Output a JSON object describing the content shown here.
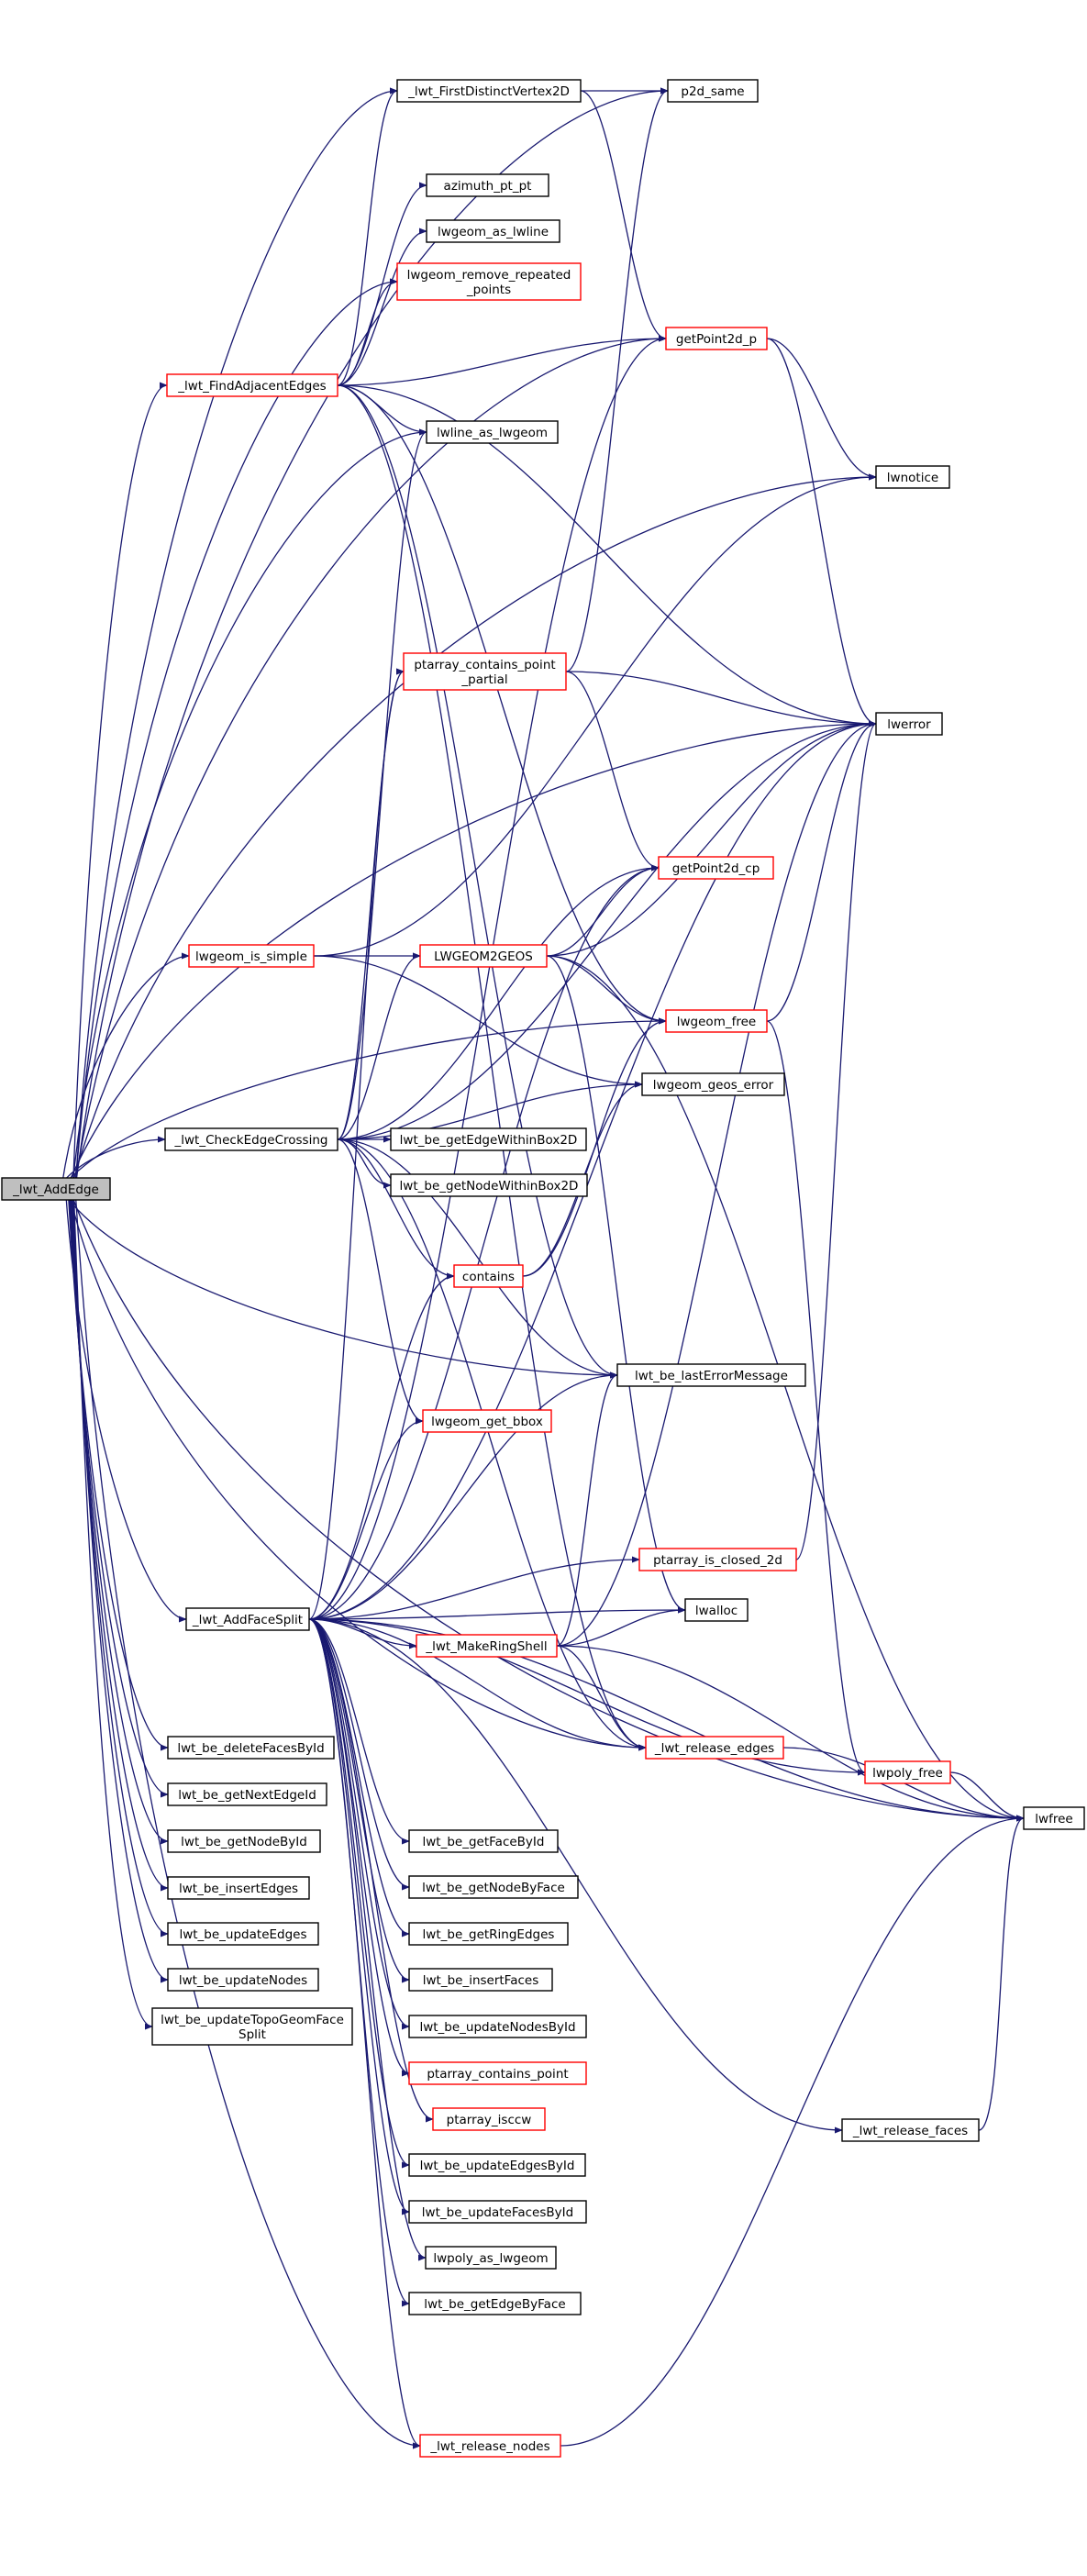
{
  "colors": {
    "edge": "#191970",
    "node_border_normal": "#000000",
    "node_border_linked": "#ff0000",
    "root_fill": "#bfbfbf",
    "node_fill": "#ffffff"
  },
  "nodes": [
    {
      "id": "root",
      "lines": [
        "_lwt_AddEdge"
      ],
      "root": true
    },
    {
      "id": "first_distinct",
      "lines": [
        "_lwt_FirstDistinctVertex2D"
      ]
    },
    {
      "id": "p2d_same",
      "lines": [
        "p2d_same"
      ]
    },
    {
      "id": "azimuth",
      "lines": [
        "azimuth_pt_pt"
      ]
    },
    {
      "id": "lwgeom_as_lwline",
      "lines": [
        "lwgeom_as_lwline"
      ]
    },
    {
      "id": "remove_repeated",
      "lines": [
        "lwgeom_remove_repeated",
        "_points"
      ],
      "red": true
    },
    {
      "id": "find_adjacent",
      "lines": [
        "_lwt_FindAdjacentEdges"
      ],
      "red": true
    },
    {
      "id": "getpoint2d_p",
      "lines": [
        "getPoint2d_p"
      ],
      "red": true
    },
    {
      "id": "lwline_as_lwgeom",
      "lines": [
        "lwline_as_lwgeom"
      ]
    },
    {
      "id": "lwnotice",
      "lines": [
        "lwnotice"
      ]
    },
    {
      "id": "ptarray_partial",
      "lines": [
        "ptarray_contains_point",
        "_partial"
      ],
      "red": true
    },
    {
      "id": "lwerror",
      "lines": [
        "lwerror"
      ]
    },
    {
      "id": "getpoint2d_cp",
      "lines": [
        "getPoint2d_cp"
      ],
      "red": true
    },
    {
      "id": "is_simple",
      "lines": [
        "lwgeom_is_simple"
      ],
      "red": true
    },
    {
      "id": "lwgeom2geos",
      "lines": [
        "LWGEOM2GEOS"
      ],
      "red": true
    },
    {
      "id": "lwgeom_free",
      "lines": [
        "lwgeom_free"
      ],
      "red": true
    },
    {
      "id": "geos_error",
      "lines": [
        "lwgeom_geos_error"
      ]
    },
    {
      "id": "check_crossing",
      "lines": [
        "_lwt_CheckEdgeCrossing"
      ]
    },
    {
      "id": "edge_within_box",
      "lines": [
        "lwt_be_getEdgeWithinBox2D"
      ]
    },
    {
      "id": "node_within_box",
      "lines": [
        "lwt_be_getNodeWithinBox2D"
      ]
    },
    {
      "id": "contains",
      "lines": [
        "contains"
      ],
      "red": true
    },
    {
      "id": "last_error",
      "lines": [
        "lwt_be_lastErrorMessage"
      ]
    },
    {
      "id": "get_bbox",
      "lines": [
        "lwgeom_get_bbox"
      ],
      "red": true
    },
    {
      "id": "closed_2d",
      "lines": [
        "ptarray_is_closed_2d"
      ],
      "red": true
    },
    {
      "id": "add_face_split",
      "lines": [
        "_lwt_AddFaceSplit"
      ]
    },
    {
      "id": "lwalloc",
      "lines": [
        "lwalloc"
      ]
    },
    {
      "id": "make_ring_shell",
      "lines": [
        "_lwt_MakeRingShell"
      ],
      "red": true
    },
    {
      "id": "release_edges",
      "lines": [
        "_lwt_release_edges"
      ],
      "red": true
    },
    {
      "id": "delete_faces",
      "lines": [
        "lwt_be_deleteFacesById"
      ]
    },
    {
      "id": "lwpoly_free",
      "lines": [
        "lwpoly_free"
      ],
      "red": true
    },
    {
      "id": "next_edge",
      "lines": [
        "lwt_be_getNextEdgeId"
      ]
    },
    {
      "id": "lwfree",
      "lines": [
        "lwfree"
      ]
    },
    {
      "id": "get_node_by_id",
      "lines": [
        "lwt_be_getNodeById"
      ]
    },
    {
      "id": "get_face_by_id",
      "lines": [
        "lwt_be_getFaceById"
      ]
    },
    {
      "id": "insert_edges",
      "lines": [
        "lwt_be_insertEdges"
      ]
    },
    {
      "id": "get_node_by_face",
      "lines": [
        "lwt_be_getNodeByFace"
      ]
    },
    {
      "id": "update_edges",
      "lines": [
        "lwt_be_updateEdges"
      ]
    },
    {
      "id": "get_ring_edges",
      "lines": [
        "lwt_be_getRingEdges"
      ]
    },
    {
      "id": "update_nodes",
      "lines": [
        "lwt_be_updateNodes"
      ]
    },
    {
      "id": "insert_faces",
      "lines": [
        "lwt_be_insertFaces"
      ]
    },
    {
      "id": "update_topogeom",
      "lines": [
        "lwt_be_updateTopoGeomFace",
        "Split"
      ]
    },
    {
      "id": "update_nodes_by_id",
      "lines": [
        "lwt_be_updateNodesById"
      ]
    },
    {
      "id": "ptarray_contains_point",
      "lines": [
        "ptarray_contains_point"
      ],
      "red": true
    },
    {
      "id": "ptarray_isccw",
      "lines": [
        "ptarray_isccw"
      ],
      "red": true
    },
    {
      "id": "release_faces",
      "lines": [
        "_lwt_release_faces"
      ]
    },
    {
      "id": "update_edges_by_id",
      "lines": [
        "lwt_be_updateEdgesById"
      ]
    },
    {
      "id": "update_faces_by_id",
      "lines": [
        "lwt_be_updateFacesById"
      ]
    },
    {
      "id": "lwpoly_as_lwgeom",
      "lines": [
        "lwpoly_as_lwgeom"
      ]
    },
    {
      "id": "get_edge_by_face",
      "lines": [
        "lwt_be_getEdgeByFace"
      ]
    },
    {
      "id": "release_nodes",
      "lines": [
        "_lwt_release_nodes"
      ],
      "red": true
    }
  ],
  "edges": [
    [
      "root",
      "first_distinct"
    ],
    [
      "root",
      "p2d_same"
    ],
    [
      "root",
      "getpoint2d_p"
    ],
    [
      "root",
      "remove_repeated"
    ],
    [
      "root",
      "find_adjacent"
    ],
    [
      "root",
      "lwline_as_lwgeom"
    ],
    [
      "root",
      "lwnotice"
    ],
    [
      "root",
      "lwerror"
    ],
    [
      "root",
      "is_simple"
    ],
    [
      "root",
      "check_crossing"
    ],
    [
      "root",
      "lwgeom_free"
    ],
    [
      "root",
      "last_error"
    ],
    [
      "root",
      "add_face_split"
    ],
    [
      "root",
      "delete_faces"
    ],
    [
      "root",
      "next_edge"
    ],
    [
      "root",
      "get_node_by_id"
    ],
    [
      "root",
      "insert_edges"
    ],
    [
      "root",
      "update_edges"
    ],
    [
      "root",
      "update_nodes"
    ],
    [
      "root",
      "update_topogeom"
    ],
    [
      "root",
      "release_nodes"
    ],
    [
      "root",
      "release_edges"
    ],
    [
      "root",
      "lwfree"
    ],
    [
      "first_distinct",
      "p2d_same"
    ],
    [
      "first_distinct",
      "getpoint2d_p"
    ],
    [
      "find_adjacent",
      "first_distinct"
    ],
    [
      "find_adjacent",
      "azimuth"
    ],
    [
      "find_adjacent",
      "lwgeom_as_lwline"
    ],
    [
      "find_adjacent",
      "remove_repeated"
    ],
    [
      "find_adjacent",
      "getpoint2d_p"
    ],
    [
      "find_adjacent",
      "lwline_as_lwgeom"
    ],
    [
      "find_adjacent",
      "lwerror"
    ],
    [
      "find_adjacent",
      "lwgeom_free"
    ],
    [
      "find_adjacent",
      "last_error"
    ],
    [
      "find_adjacent",
      "release_edges"
    ],
    [
      "getpoint2d_p",
      "lwnotice"
    ],
    [
      "getpoint2d_p",
      "lwerror"
    ],
    [
      "ptarray_partial",
      "p2d_same"
    ],
    [
      "ptarray_partial",
      "lwerror"
    ],
    [
      "ptarray_partial",
      "getpoint2d_cp"
    ],
    [
      "is_simple",
      "lwgeom2geos"
    ],
    [
      "is_simple",
      "geos_error"
    ],
    [
      "is_simple",
      "lwnotice"
    ],
    [
      "lwgeom2geos",
      "getpoint2d_cp"
    ],
    [
      "lwgeom2geos",
      "lwerror"
    ],
    [
      "lwgeom2geos",
      "lwgeom_free"
    ],
    [
      "lwgeom2geos",
      "lwalloc"
    ],
    [
      "lwgeom2geos",
      "lwfree"
    ],
    [
      "lwgeom_free",
      "lwerror"
    ],
    [
      "lwgeom_free",
      "lwpoly_free"
    ],
    [
      "check_crossing",
      "edge_within_box"
    ],
    [
      "check_crossing",
      "node_within_box"
    ],
    [
      "check_crossing",
      "geos_error"
    ],
    [
      "check_crossing",
      "lwgeom2geos"
    ],
    [
      "check_crossing",
      "getpoint2d_cp"
    ],
    [
      "check_crossing",
      "contains"
    ],
    [
      "check_crossing",
      "last_error"
    ],
    [
      "check_crossing",
      "get_bbox"
    ],
    [
      "check_crossing",
      "lwerror"
    ],
    [
      "check_crossing",
      "ptarray_partial"
    ],
    [
      "check_crossing",
      "release_edges"
    ],
    [
      "check_crossing",
      "lwline_as_lwgeom"
    ],
    [
      "contains",
      "geos_error"
    ],
    [
      "contains",
      "lwgeom_free"
    ],
    [
      "add_face_split",
      "closed_2d"
    ],
    [
      "add_face_split",
      "lwalloc"
    ],
    [
      "add_face_split",
      "make_ring_shell"
    ],
    [
      "add_face_split",
      "last_error"
    ],
    [
      "add_face_split",
      "get_bbox"
    ],
    [
      "add_face_split",
      "contains"
    ],
    [
      "add_face_split",
      "lwerror"
    ],
    [
      "add_face_split",
      "getpoint2d_p"
    ],
    [
      "add_face_split",
      "getpoint2d_cp"
    ],
    [
      "add_face_split",
      "ptarray_partial"
    ],
    [
      "add_face_split",
      "lwpoly_free"
    ],
    [
      "add_face_split",
      "release_edges"
    ],
    [
      "add_face_split",
      "get_face_by_id"
    ],
    [
      "add_face_split",
      "get_node_by_face"
    ],
    [
      "add_face_split",
      "get_ring_edges"
    ],
    [
      "add_face_split",
      "insert_faces"
    ],
    [
      "add_face_split",
      "update_nodes_by_id"
    ],
    [
      "add_face_split",
      "ptarray_contains_point"
    ],
    [
      "add_face_split",
      "ptarray_isccw"
    ],
    [
      "add_face_split",
      "update_edges_by_id"
    ],
    [
      "add_face_split",
      "update_faces_by_id"
    ],
    [
      "add_face_split",
      "lwpoly_as_lwgeom"
    ],
    [
      "add_face_split",
      "get_edge_by_face"
    ],
    [
      "add_face_split",
      "release_nodes"
    ],
    [
      "add_face_split",
      "release_faces"
    ],
    [
      "add_face_split",
      "lwfree"
    ],
    [
      "closed_2d",
      "lwerror"
    ],
    [
      "make_ring_shell",
      "lwalloc"
    ],
    [
      "make_ring_shell",
      "last_error"
    ],
    [
      "make_ring_shell",
      "lwerror"
    ],
    [
      "make_ring_shell",
      "release_edges"
    ],
    [
      "make_ring_shell",
      "lwfree"
    ],
    [
      "release_edges",
      "lwfree"
    ],
    [
      "lwpoly_free",
      "lwfree"
    ],
    [
      "release_faces",
      "lwfree"
    ],
    [
      "release_nodes",
      "lwfree"
    ]
  ]
}
